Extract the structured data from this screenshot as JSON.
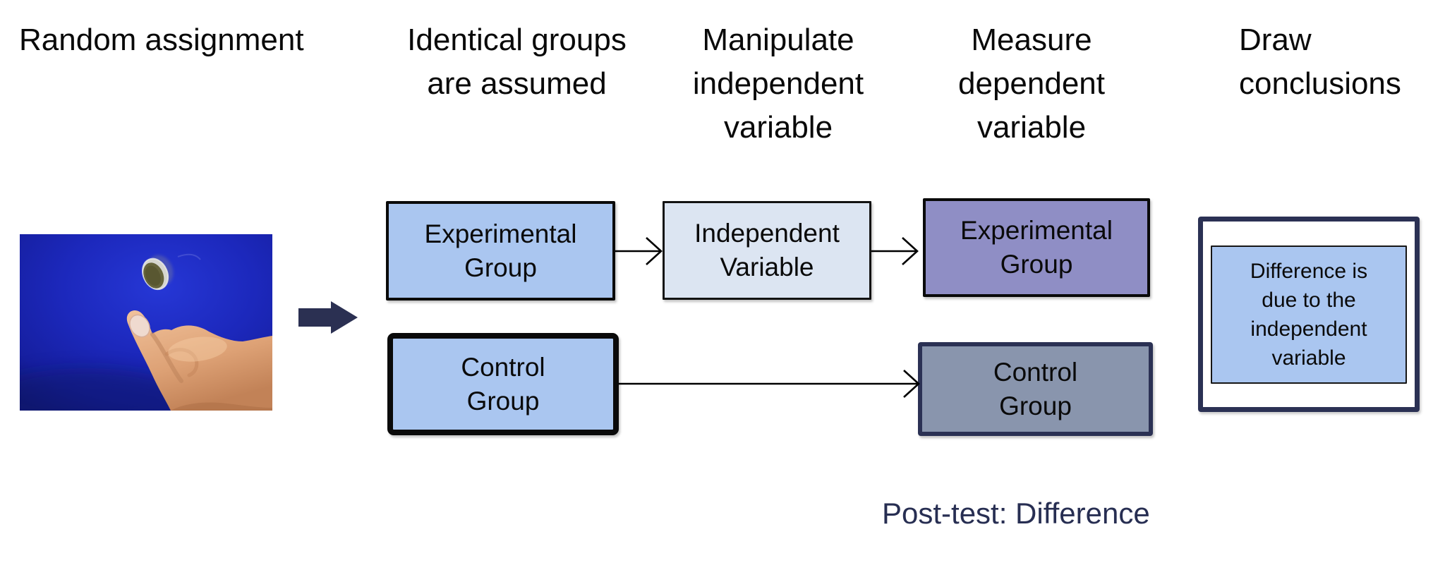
{
  "diagram": {
    "headers": [
      {
        "id": "random-assignment",
        "lines": [
          "Random assignment"
        ]
      },
      {
        "id": "identical-groups",
        "lines": [
          "Identical groups",
          "are assumed"
        ]
      },
      {
        "id": "manipulate-iv",
        "lines": [
          "Manipulate",
          "independent",
          "variable"
        ]
      },
      {
        "id": "measure-dv",
        "lines": [
          "Measure",
          "dependent",
          "variable"
        ]
      },
      {
        "id": "draw-conclusions",
        "lines": [
          "Draw",
          "conclusions"
        ]
      }
    ],
    "boxes": {
      "experimental_group_assumed": {
        "line1": "Experimental",
        "line2": "Group",
        "fill": "#aac6f0"
      },
      "independent_variable": {
        "line1": "Independent",
        "line2": "Variable",
        "fill": "#dce5f2"
      },
      "experimental_group_measured": {
        "line1": "Experimental",
        "line2": "Group",
        "fill": "#8f8ec5"
      },
      "control_group_assumed": {
        "line1": "Control",
        "line2": "Group",
        "fill": "#aac6f0"
      },
      "control_group_measured": {
        "line1": "Control",
        "line2": "Group",
        "fill": "#8995ad"
      },
      "conclusion": {
        "lines": [
          "Difference is",
          "due to the",
          "independent",
          "variable"
        ],
        "fill": "#aac6f0"
      }
    },
    "footer": {
      "post_test_label": "Post-test: Difference"
    },
    "image": {
      "name": "coin-flip-photo",
      "alt": "Hand flipping a coin on a blue background"
    },
    "colors": {
      "accent_navy": "#2b3154",
      "arrow_navy": "#2b3052",
      "box_blue": "#aac6f0",
      "box_light_blue": "#dce5f2",
      "box_purple": "#8f8ec5",
      "box_gray_blue": "#8995ad",
      "photo_background_blue": "#1c28bc",
      "text_black": "#0a0a0a",
      "post_test_text": "#272e52"
    }
  }
}
